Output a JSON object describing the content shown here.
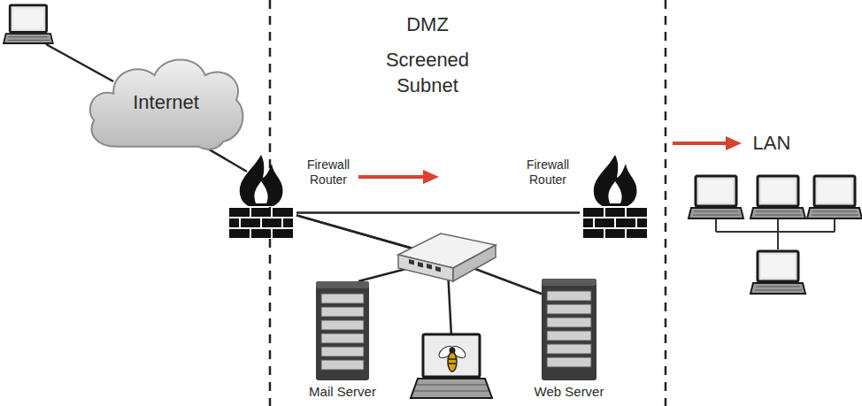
{
  "diagram": {
    "nodes": [
      {
        "text": [
          "Internet"
        ]
      },
      {
        "text": [
          "Firewall Router"
        ]
      },
      {
        "text": [
          "Firewall Router"
        ]
      },
      {
        "text": [
          "Mail Server"
        ]
      },
      {
        "text": [
          "Web Server"
        ]
      }
    ],
    "edges": [
      {
        "from": 0,
        "to": 1,
        "arrow": "none"
      },
      {
        "from": 1,
        "to": 2,
        "arrow": "none"
      },
      {
        "from": 1,
        "to": 3,
        "arrow": "none"
      },
      {
        "from": 1,
        "to": 4,
        "arrow": "none"
      }
    ],
    "labels": [
      "DMZ",
      "Screened Subnet",
      "LAN"
    ]
  }
}
